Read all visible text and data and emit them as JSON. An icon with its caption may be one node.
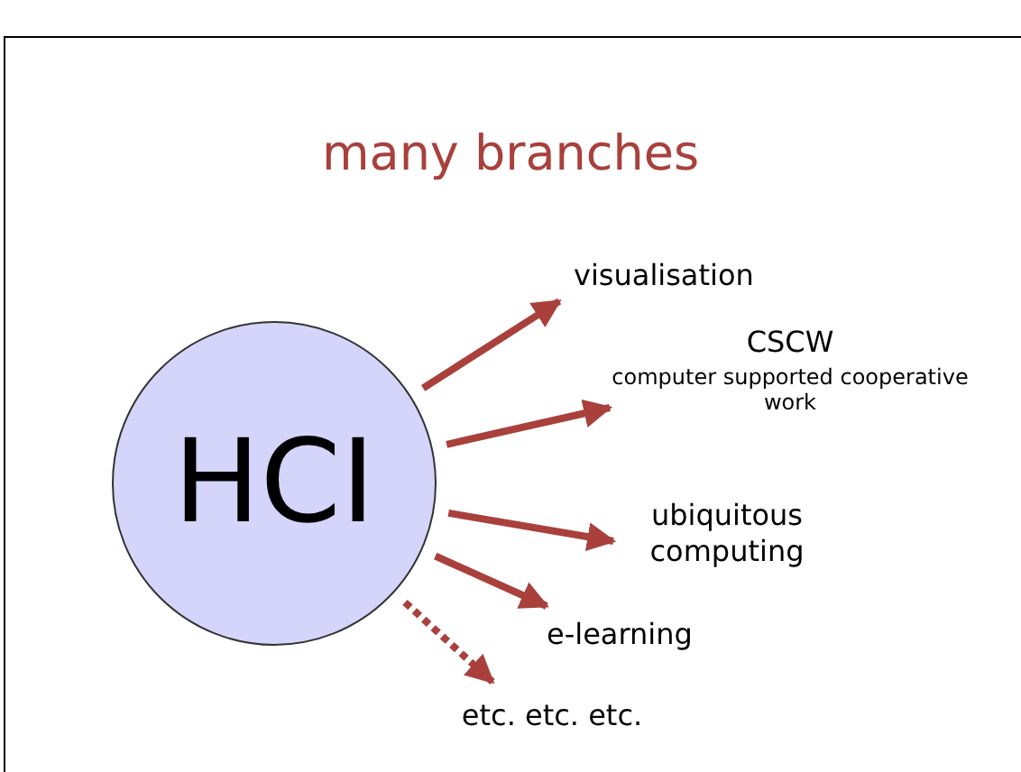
{
  "diagram": {
    "title": "many branches",
    "nodes": [
      {
        "text": [
          "HCI"
        ]
      },
      {
        "text": [
          "visualisation"
        ]
      },
      {
        "text": [
          "CSCW",
          "computer supported cooperative work"
        ]
      },
      {
        "text": [
          "ubiquitous computing"
        ]
      },
      {
        "text": [
          "e-learning"
        ]
      },
      {
        "text": [
          "etc. etc. etc."
        ]
      }
    ],
    "edges": [
      {
        "from": 0,
        "to": 1,
        "arrow": "to"
      },
      {
        "from": 0,
        "to": 2,
        "arrow": "to"
      },
      {
        "from": 0,
        "to": 3,
        "arrow": "to"
      },
      {
        "from": 0,
        "to": 4,
        "arrow": "to"
      },
      {
        "from": 0,
        "to": 5,
        "arrow": "to",
        "style": "dashed"
      }
    ]
  }
}
